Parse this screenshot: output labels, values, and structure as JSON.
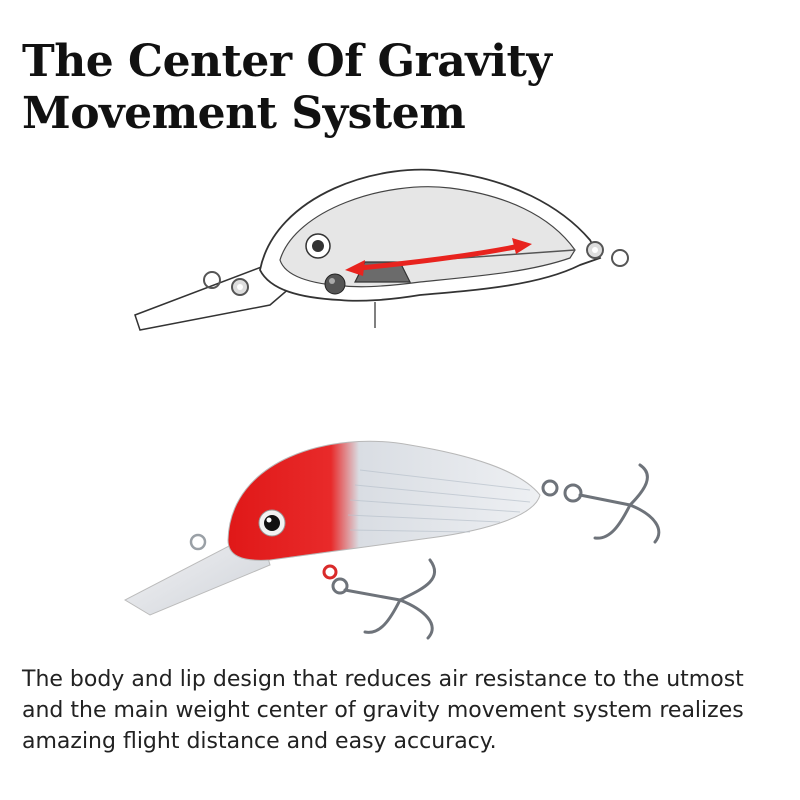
{
  "title": {
    "line1": "The Center Of Gravity",
    "line2": "Movement System"
  },
  "caption": "The body and lip design that reduces air resistance to the utmost and the main weight center of gravity movement system realizes amazing flight distance and easy accuracy.",
  "colors": {
    "accent_red": "#e8231e",
    "outline": "#333333",
    "body_fill": "#e6e6e6",
    "lure_red": "#e01818",
    "lure_silver": "#d9dde3"
  },
  "icons": {
    "movement_arrow": "double-headed-arrow",
    "weight_ball": "weight-ball"
  }
}
